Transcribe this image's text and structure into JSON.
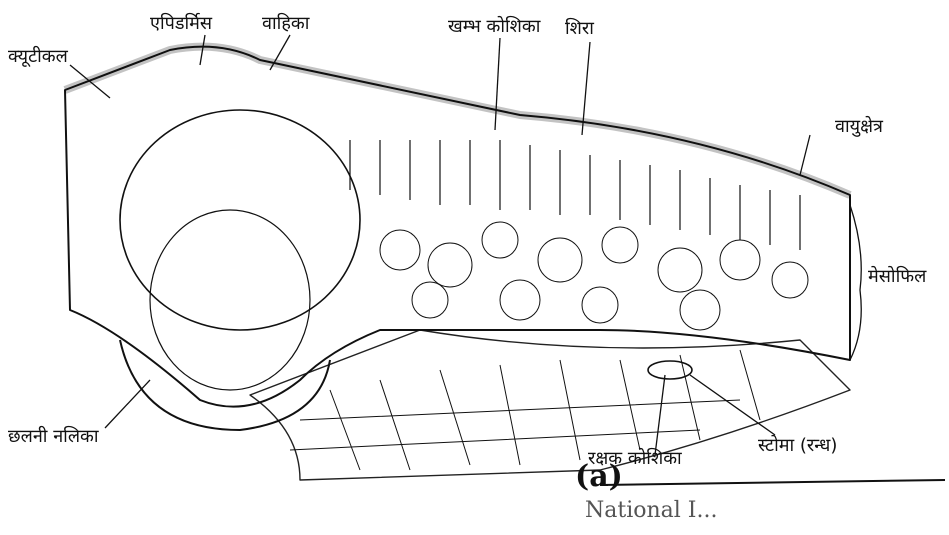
{
  "labels": {
    "cuticle": "क्यूटीकल",
    "epidermis": "एपिडर्मिस",
    "vessel": "वाहिका",
    "palisade_cell": "खम्भ कोशिका",
    "vein": "शिरा",
    "air_space": "वायुक्षेत्र",
    "mesophyll": "मेसोफिल",
    "sieve_tube": "छलनी नलिका",
    "guard_cell": "रक्षक कोशिका",
    "stoma": "स्टोमा (रन्ध)"
  },
  "panel_label": "(a)",
  "footer_text": "National I..."
}
